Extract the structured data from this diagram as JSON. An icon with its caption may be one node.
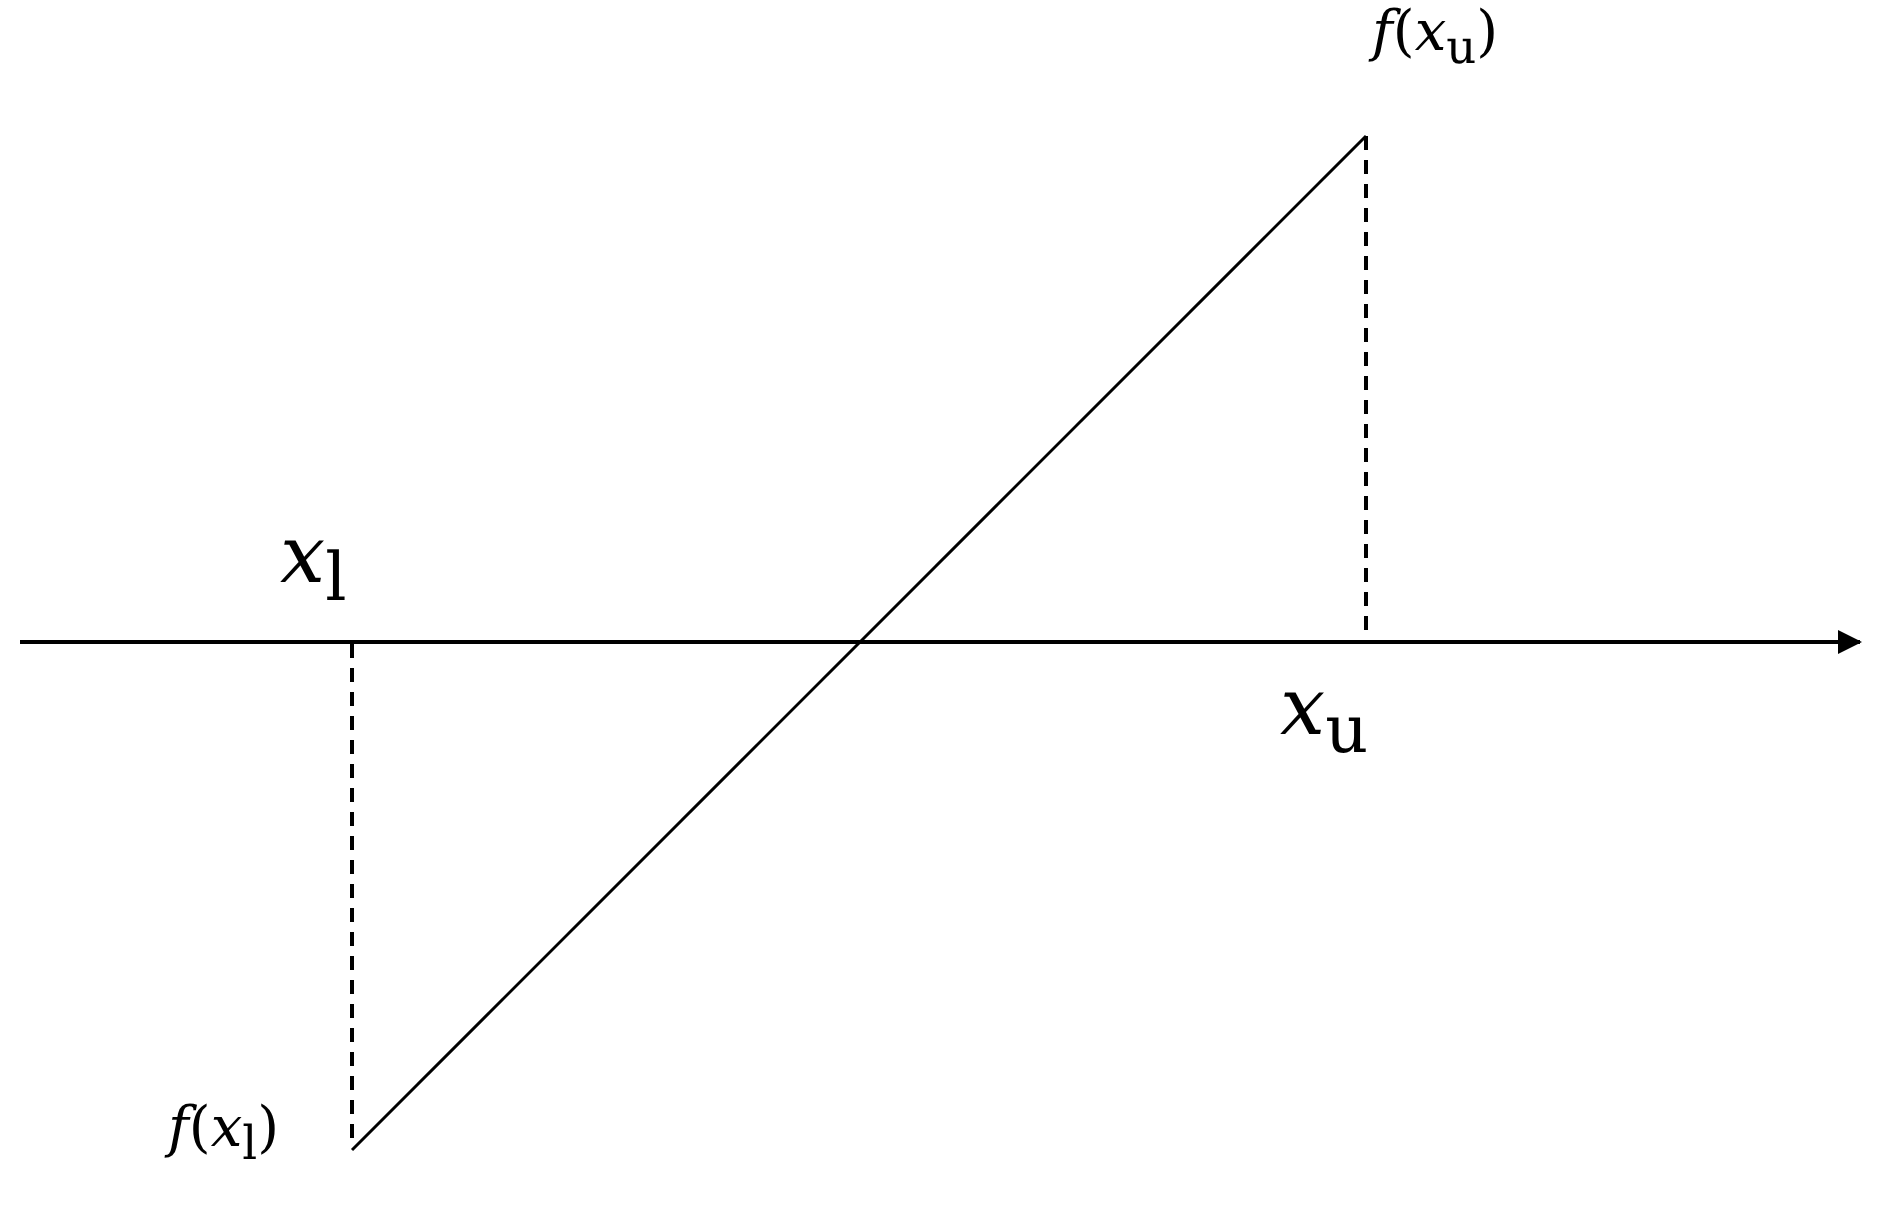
{
  "diagram": {
    "labels": [
      "*f*(*x*$_{u}$)",
      "*x*$_{l}$",
      "*x*$_{u}$",
      "*f*(*x*$_{l}$)"
    ]
  }
}
